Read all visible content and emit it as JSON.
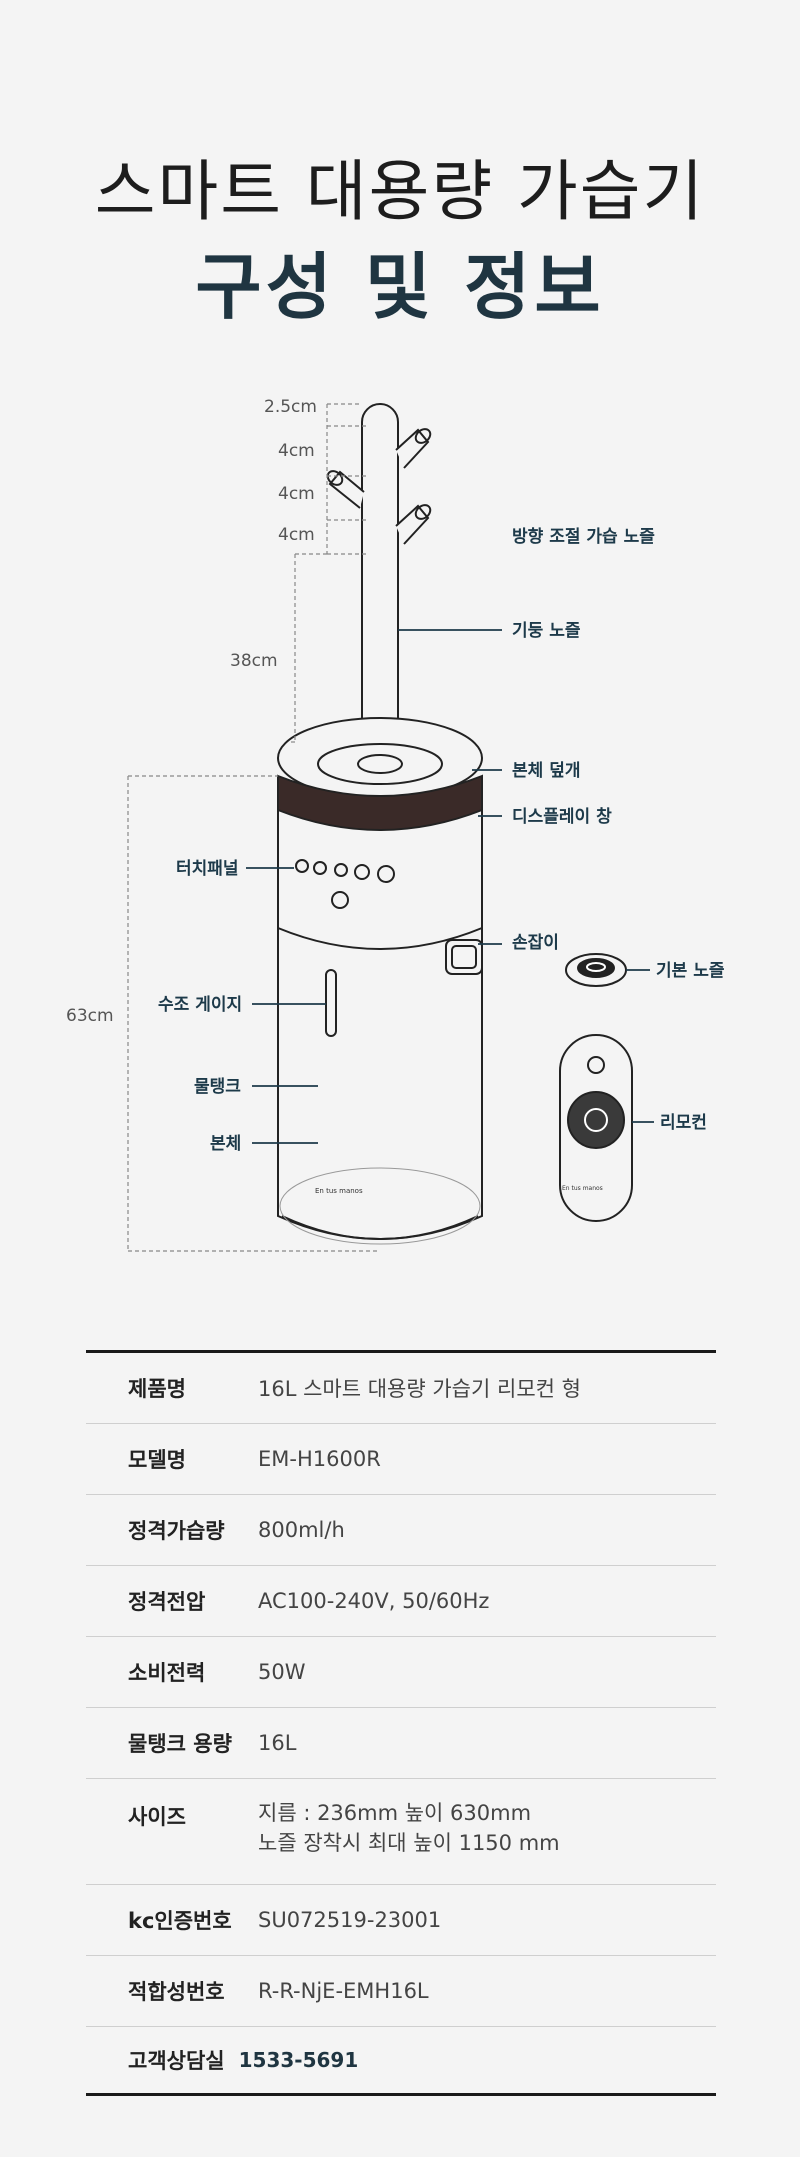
{
  "title": {
    "line1": "스마트 대용량 가습기",
    "line2": "구성 및 정보"
  },
  "dimensions": {
    "d1": "2.5cm",
    "d2": "4cm",
    "d3": "4cm",
    "d4": "4cm",
    "pole": "38cm",
    "total": "63cm"
  },
  "labels": {
    "angle": "방향 조절 가습 노즐",
    "pole": "기둥 노즐",
    "lid": "본체 덮개",
    "display": "디스플레이 창",
    "touch": "터치패널",
    "handle": "손잡이",
    "base_nozzle": "기본 노즐",
    "water_gauge": "수조 게이지",
    "tank": "물탱크",
    "body": "본체",
    "remote": "리모컨"
  },
  "brand": "En tus manos",
  "specs": [
    {
      "label": "제품명",
      "value": "16L 스마트 대용량 가습기 리모컨 형"
    },
    {
      "label": "모델명",
      "value": "EM-H1600R"
    },
    {
      "label": "정격가습량",
      "value": "800ml/h"
    },
    {
      "label": "정격전압",
      "value": "AC100-240V, 50/60Hz"
    },
    {
      "label": "소비전력",
      "value": "50W"
    },
    {
      "label": "물탱크 용량",
      "value": "16L"
    },
    {
      "label": "사이즈",
      "value": "지름 : 236mm 높이 630mm",
      "value2": "노즐 장착시 최대 높이 1150 mm"
    },
    {
      "label": "kc인증번호",
      "value": "SU072519-23001"
    },
    {
      "label": "적합성번호",
      "value": "R-R-NjE-EMH16L"
    }
  ],
  "customer_service": {
    "label": "고객상담실",
    "phone": "1533-5691"
  }
}
